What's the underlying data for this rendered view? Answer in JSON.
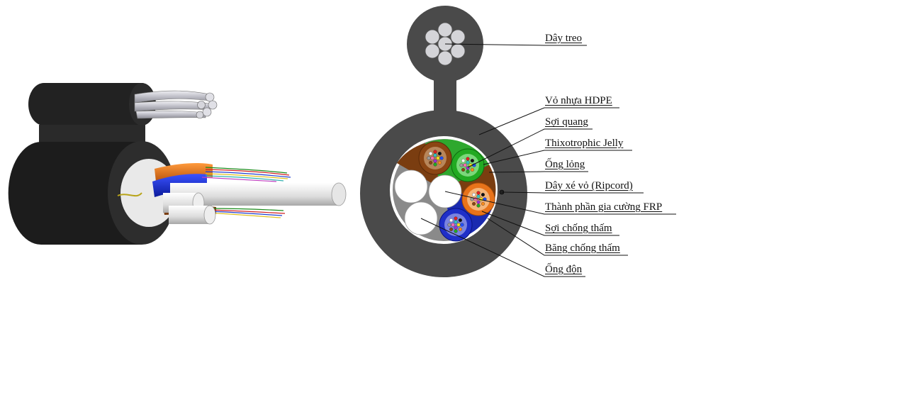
{
  "labels": {
    "messenger": "Dây treo",
    "hdpe_sheath": "Vỏ nhựa HDPE",
    "optical_fiber": "Sợi quang",
    "jelly": "Thixotrophic Jelly",
    "loose_tube": "Ống lỏng",
    "ripcord": "Dây xé vỏ (Ripcord)",
    "frp": "Thành phần gia cường FRP",
    "water_blocking_yarn": "Sợi chống thấm",
    "water_blocking_tape": "Băng chống thấm",
    "filler": "Ống độn"
  },
  "colors": {
    "sheath": "#4a4a4a",
    "loose_tube_brown": "#8b4513",
    "loose_tube_green": "#2ea82e",
    "loose_tube_orange": "#e8731a",
    "loose_tube_blue": "#1f2fc8",
    "filler_white": "#ffffff",
    "strand_silver": "#cfcfd6"
  }
}
